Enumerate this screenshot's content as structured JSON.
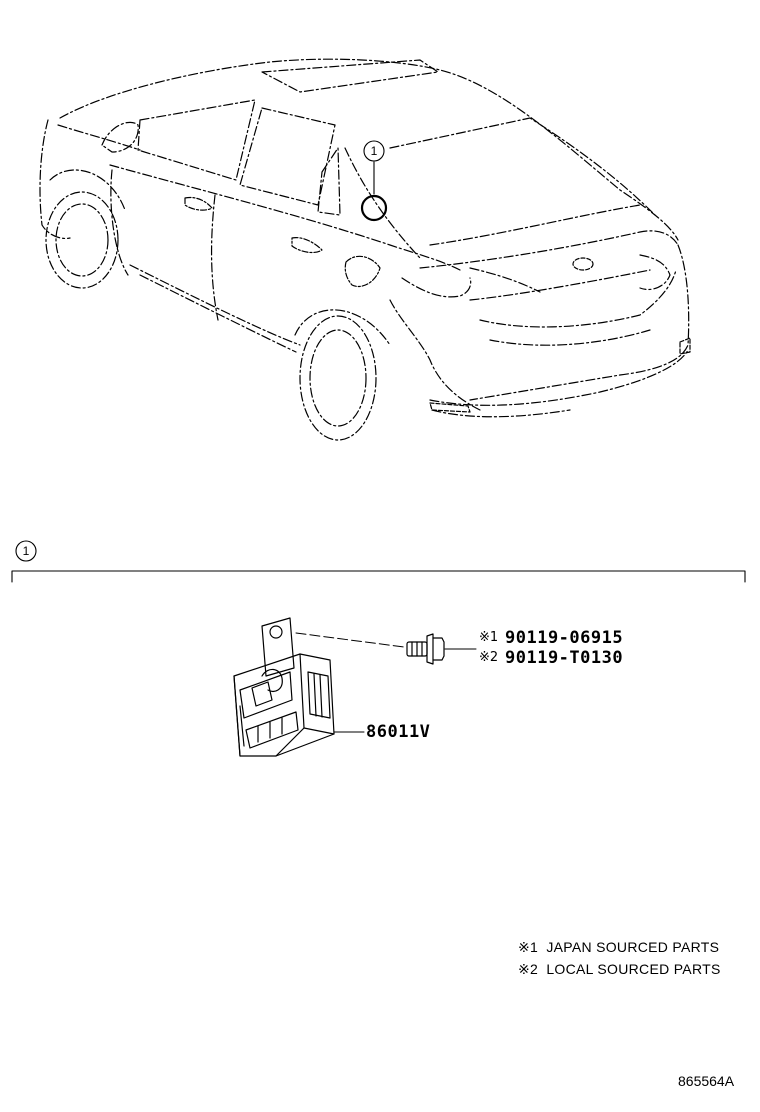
{
  "diagram": {
    "callout_number": "1",
    "section_number": "1",
    "parts": [
      {
        "mark": "※1",
        "part_no": "90119-06915"
      },
      {
        "mark": "※2",
        "part_no": "90119-T0130"
      },
      {
        "mark": "",
        "part_no": "86011V"
      }
    ],
    "legend": [
      {
        "mark": "※1",
        "text": "JAPAN SOURCED PARTS"
      },
      {
        "mark": "※2",
        "text": "LOCAL SOURCED PARTS"
      }
    ],
    "reference": "865564A"
  }
}
